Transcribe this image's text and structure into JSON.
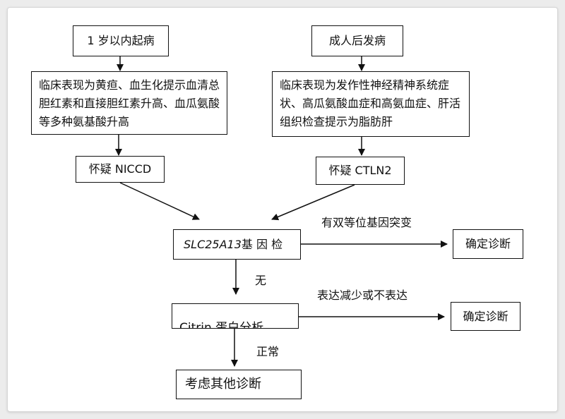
{
  "left_column": {
    "onset": "1 岁以内起病",
    "presentation": "临床表现为黄疸、血生化提示血清总胆红素和直接胆红素升高、血瓜氨酸等多种氨基酸升高",
    "suspect": "怀疑 NICCD"
  },
  "right_column": {
    "onset": "成人后发病",
    "presentation": "临床表现为发作性神经精神系统症状、高瓜氨酸血症和高氨血症、肝活组织检查提示为脂肪肝",
    "suspect": "怀疑 CTLN2"
  },
  "gene_test": {
    "gene": "SLC25A13",
    "suffix": " 基 因 检"
  },
  "edge_labels": {
    "biallelic": "有双等位基因突变",
    "none": "无",
    "reduced": "表达减少或不表达",
    "normal": "正常"
  },
  "confirm_1": "确定诊断",
  "citrin": "Citrin 蛋白分析",
  "confirm_2": "确定诊断",
  "other": "考虑其他诊断"
}
